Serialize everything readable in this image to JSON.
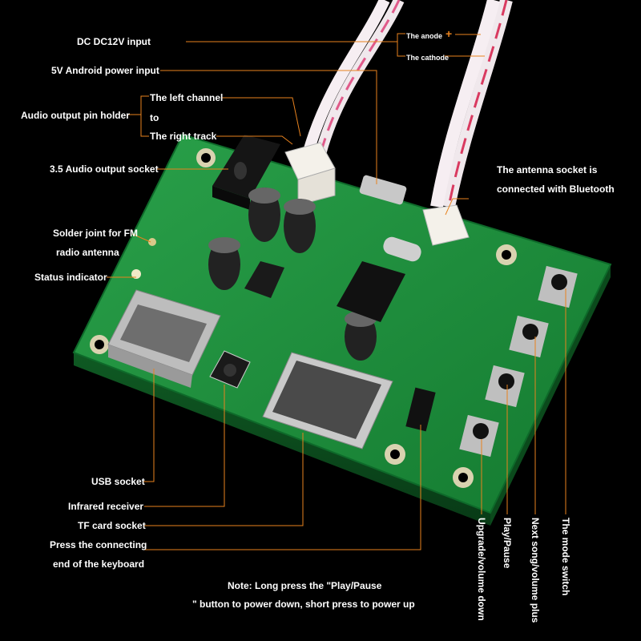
{
  "labels": {
    "dc_input": "DC DC12V input",
    "anode": "The anode",
    "cathode": "The cathode",
    "android_power": "5V Android power input",
    "left_channel": "The left channel",
    "to": "to",
    "right_track": "The right track",
    "audio_pin_holder": "Audio output pin holder",
    "audio_socket": "3.5 Audio output socket",
    "antenna_socket_1": "The antenna socket is",
    "antenna_socket_2": "connected with Bluetooth",
    "fm_solder_1": "Solder joint for FM",
    "fm_solder_2": "radio antenna",
    "status_indicator": "Status indicator",
    "usb_socket": "USB socket",
    "infrared": "Infrared receiver",
    "tf_card": "TF card socket",
    "keyboard_1": "Press the connecting",
    "keyboard_2": "end of the keyboard",
    "upgrade_volume_down": "Upgrade/volume down",
    "play_pause": "Play/Pause",
    "next_volume_plus": "Next song/volume plus",
    "mode_switch": "The mode switch",
    "note_1": "Note: Long press the \"Play/Pause",
    "note_2": "\" button to power down, short press to power up"
  },
  "colors": {
    "background": "#000000",
    "pcb": "#1f8a3c",
    "leader": "#e8821e",
    "anode_mark": "#e8821e"
  },
  "symbols": {
    "plus": "+"
  }
}
